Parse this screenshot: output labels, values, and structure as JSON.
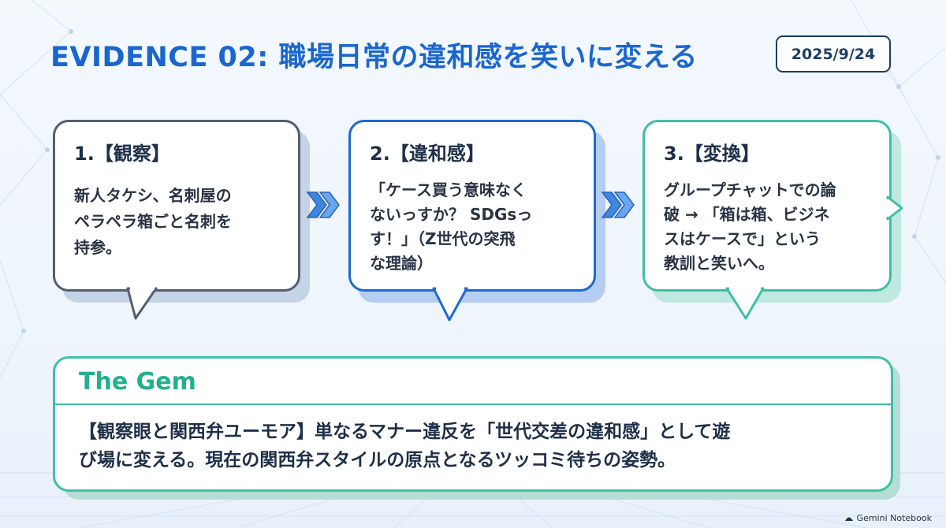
{
  "header": {
    "title": "EVIDENCE 02: 職場日常の違和感を笑いに変える",
    "date": "2025/9/24"
  },
  "cards": [
    {
      "title": "1.【観察】",
      "lines": [
        "新人タケシ、名刺屋の",
        "ペラペラ箱ごと名刺を",
        "持参。"
      ]
    },
    {
      "title": "2.【違和感】",
      "lines": [
        "「ケース買う意味なく",
        "ないっすか？ SDGsっ",
        "す！」（Z世代の突飛",
        "な理論）"
      ]
    },
    {
      "title": "3.【変換】",
      "lines": [
        "グループチャットでの論",
        "破 → 「箱は箱、ビジネ",
        "スはケースで」という",
        "教訓と笑いへ。"
      ]
    }
  ],
  "gem": {
    "title": "The Gem",
    "lines": [
      "【観察眼と関西弁ユーモア】単なるマナー違反を「世代交差の違和感」として遊",
      "び場に変える。現在の関西弁スタイルの原点となるツッコミ待ちの姿勢。"
    ]
  },
  "footer": {
    "label": "Gemini Notebook"
  },
  "colors": {
    "title_blue": "#1a66cf",
    "card1_border": "#525f73",
    "card2_border": "#1e69d2",
    "card3_border": "#3fbfa6",
    "gem_green": "#23b08c"
  }
}
